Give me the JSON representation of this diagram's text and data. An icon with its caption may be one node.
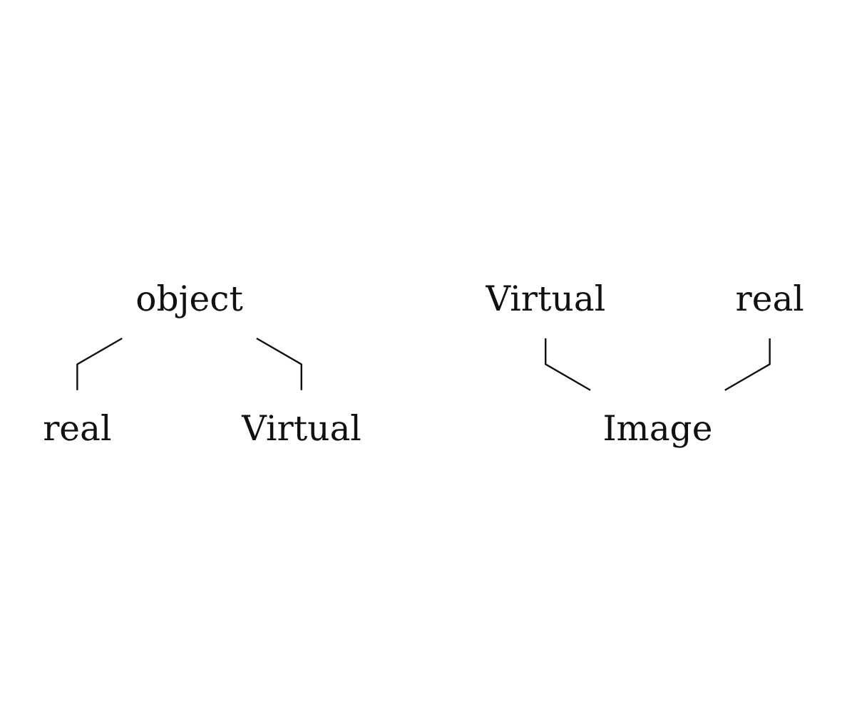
{
  "diagram": {
    "nodes": [
      {
        "text": [
          "object"
        ]
      },
      {
        "text": [
          "real"
        ]
      },
      {
        "text": [
          "Virtual"
        ]
      },
      {
        "text": [
          "Virtual"
        ]
      },
      {
        "text": [
          "real"
        ]
      },
      {
        "text": [
          "Image"
        ]
      }
    ],
    "edges": [
      {
        "from": 0,
        "to": 1,
        "arrow": "none"
      },
      {
        "from": 0,
        "to": 2,
        "arrow": "none"
      },
      {
        "from": 3,
        "to": 5,
        "arrow": "none"
      },
      {
        "from": 4,
        "to": 5,
        "arrow": "none"
      }
    ]
  }
}
